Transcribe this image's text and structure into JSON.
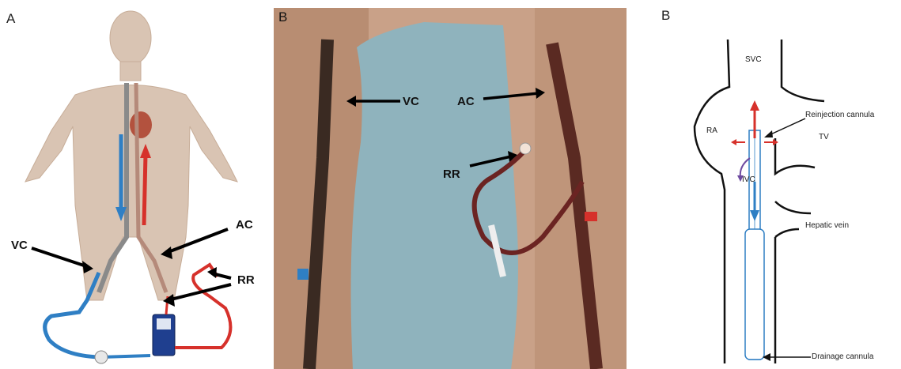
{
  "panel_a": {
    "label": "A",
    "labels": {
      "vc": "VC",
      "ac": "AC",
      "rr": "RR"
    }
  },
  "panel_b": {
    "label": "B",
    "labels": {
      "vc": "VC",
      "ac": "AC",
      "rr": "RR"
    }
  },
  "panel_c": {
    "label": "B",
    "labels": {
      "svc": "SVC",
      "ra": "RA",
      "reinjection": "Reinjection cannula",
      "tv": "TV",
      "ivc": "IVC",
      "hepatic": "Hepatic vein",
      "drainage": "Drainage cannula"
    }
  },
  "colors": {
    "venous": "#2f7fc4",
    "arterial": "#d6312b",
    "skin": "#d9c1ae",
    "drape": "#8fb3bd",
    "cannula": "#3a2a22"
  }
}
